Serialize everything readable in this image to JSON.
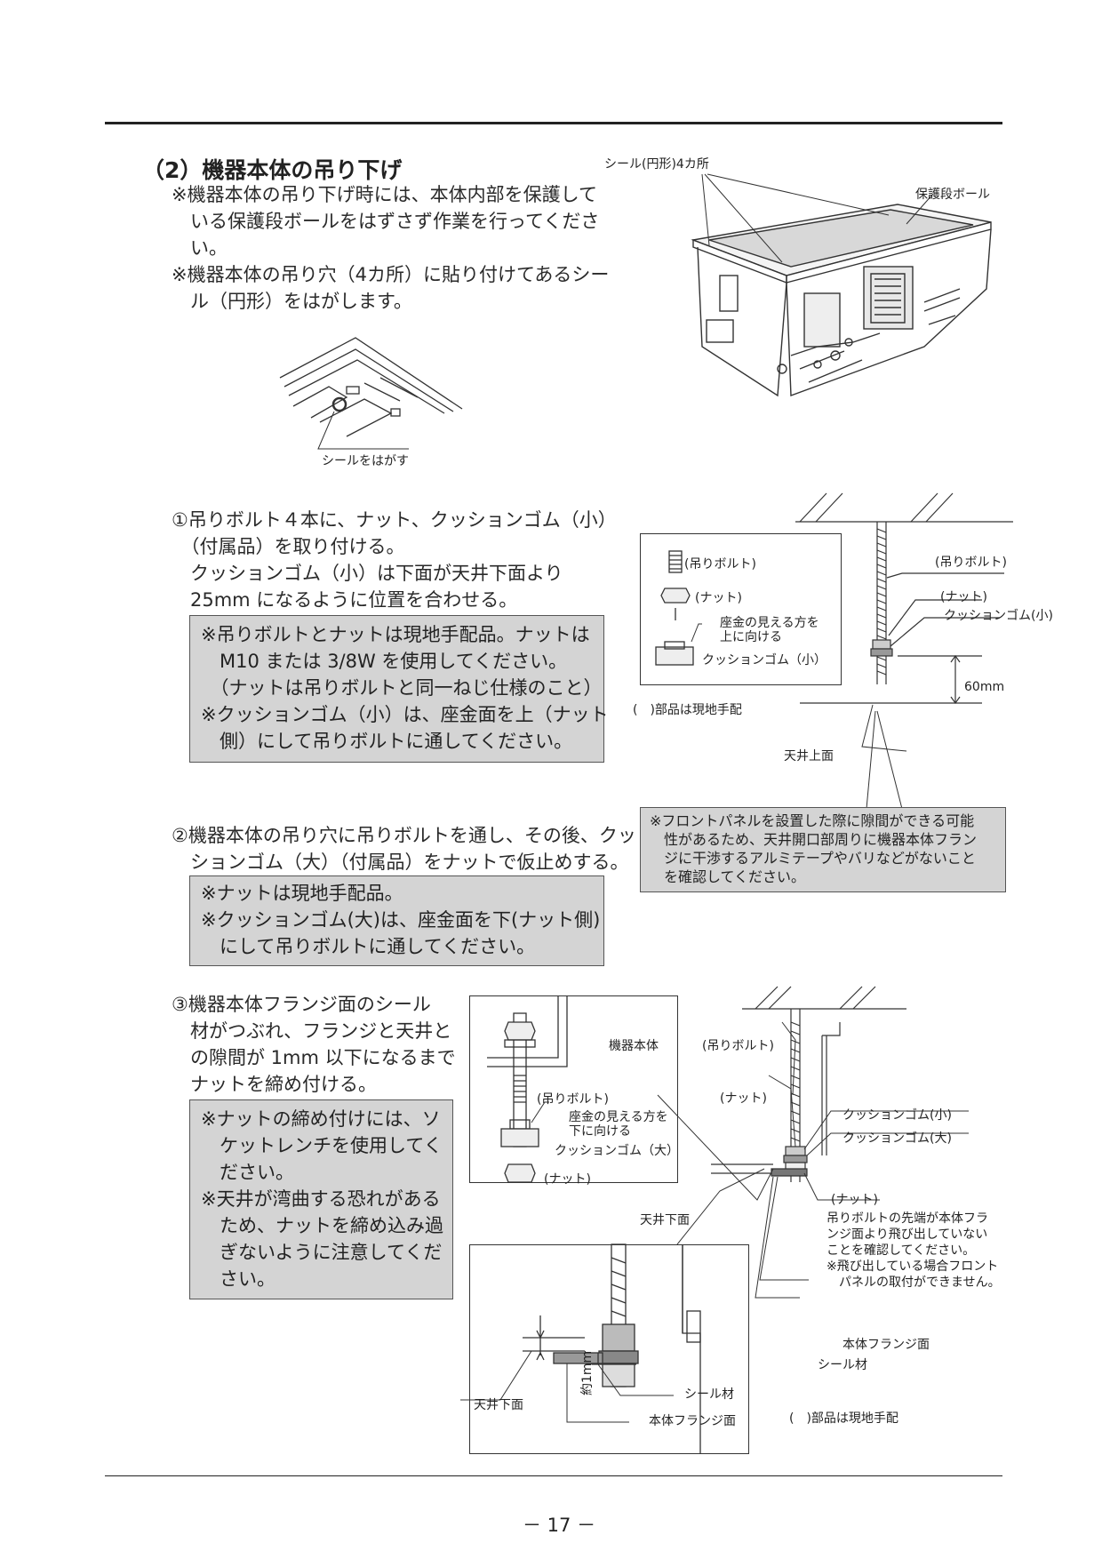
{
  "section": {
    "title": "（2）機器本体の吊り下げ",
    "intro_notes": [
      "※機器本体の吊り下げ時には、本体内部を保護して",
      "　いる保護段ボールをはずさず作業を行ってくださ",
      "　い。",
      "※機器本体の吊り穴（4カ所）に貼り付けてあるシー",
      "　ル（円形）をはがします。"
    ]
  },
  "fig_top": {
    "seal_label": "シール(円形)4カ所",
    "cardboard_label": "保護段ボール",
    "peel_label": "シールをはがす"
  },
  "step1": {
    "lines": [
      "①吊りボルト４本に、ナット、クッションゴム（小）",
      "　（付属品）を取り付ける。",
      "　クッションゴム（小）は下面が天井下面より",
      "　25mm になるように位置を合わせる。"
    ],
    "notes": [
      "※吊りボルトとナットは現地手配品。ナットは",
      "　M10 または 3/8W を使用してください。",
      "　（ナットは吊りボルトと同一ねじ仕様のこと）",
      "※クッションゴム（小）は、座金面を上（ナット",
      "　側）にして吊りボルトに通してください。"
    ]
  },
  "fig1": {
    "bolt": "(吊りボルト)",
    "nut": "(ナット)",
    "washer_note_1": "座金の見える方を",
    "washer_note_2": "上に向ける",
    "cushion_small": "クッションゴム（小）",
    "local_parts": "(　)部品は現地手配",
    "bolt_r": "(吊りボルト)",
    "nut_r": "(ナット)",
    "cushion_small_r": "クッションゴム(小)",
    "dim": "60mm",
    "ceiling_top": "天井上面"
  },
  "front_panel_note": [
    "※フロントパネルを設置した際に隙間ができる可能",
    "　性があるため、天井開口部周りに機器本体フラン",
    "　ジに干渉するアルミテープやバリなどがないこと",
    "　を確認してください。"
  ],
  "step2": {
    "lines": [
      "②機器本体の吊り穴に吊りボルトを通し、その後、クッ",
      "　ションゴム（大）（付属品）をナットで仮止めする。"
    ],
    "notes": [
      "※ナットは現地手配品。",
      "※クッションゴム(大)は、座金面を下(ナット側)",
      "　にして吊りボルトに通してください。"
    ]
  },
  "step3": {
    "lines": [
      "③機器本体フランジ面のシール",
      "　材がつぶれ、フランジと天井と",
      "　の隙間が 1mm 以下になるまで",
      "　ナットを締め付ける。"
    ],
    "notes": [
      "※ナットの締め付けには、ソ",
      "　ケットレンチを使用してく",
      "　ださい。",
      "※天井が湾曲する恐れがある",
      "　ため、ナットを締め込み過",
      "　ぎないように注意してくだ",
      "　さい。"
    ]
  },
  "fig3": {
    "unit_body": "機器本体",
    "bolt_inset": "(吊りボルト)",
    "washer_note_1": "座金の見える方を",
    "washer_note_2": "下に向ける",
    "cushion_large_inset": "クッションゴム（大）",
    "nut_inset": "(ナット)",
    "bolt": "(吊りボルト)",
    "nut_top": "(ナット)",
    "cushion_small": "クッションゴム(小)",
    "cushion_large": "クッションゴム(大)",
    "nut_bottom": "(ナット)",
    "bolt_tip_note": [
      "吊りボルトの先端が本体フラ",
      "ンジ面より飛び出していない",
      "ことを確認してください。",
      "※飛び出している場合フロント",
      "　パネルの取付ができません。"
    ],
    "ceiling_bottom": "天井下面",
    "flange": "本体フランジ面",
    "seal": "シール材",
    "local_parts": "(　)部品は現地手配",
    "ceiling_bottom_detail": "天井下面",
    "gap": "約1mm",
    "seal_detail": "シール材",
    "flange_detail": "本体フランジ面"
  },
  "footer": {
    "page": "－ 17 －"
  }
}
